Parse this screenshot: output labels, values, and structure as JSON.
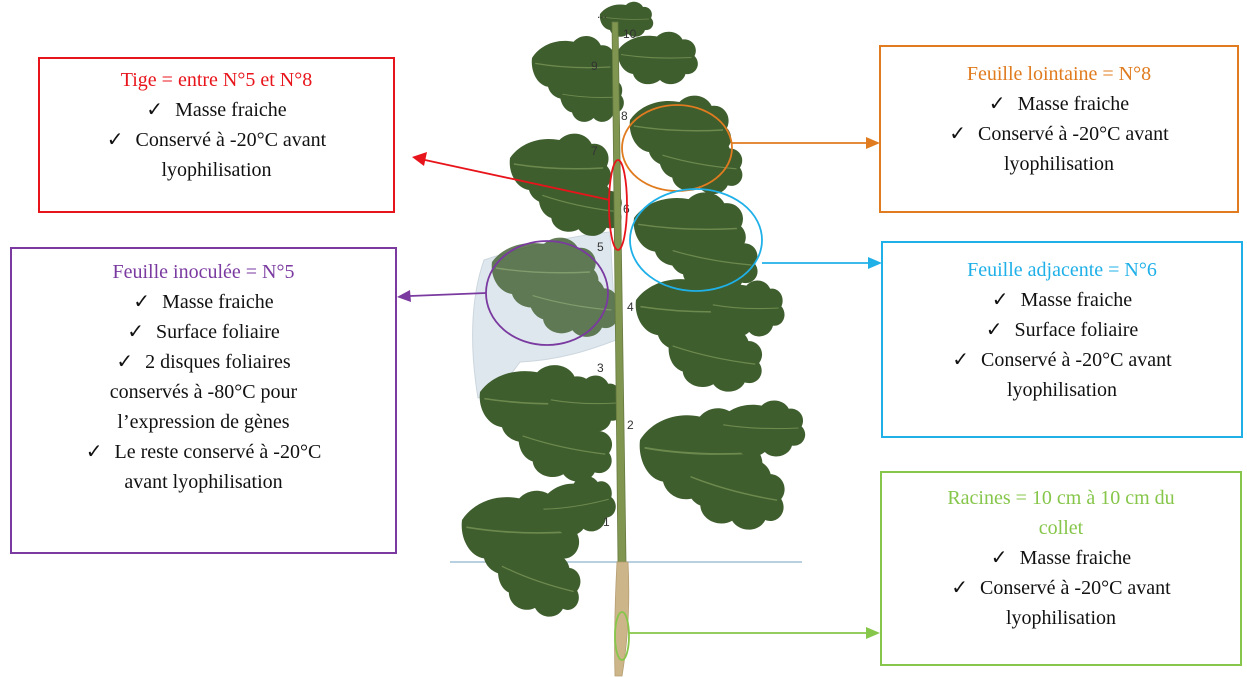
{
  "stem_box": {
    "title": "Tige = entre N°5 et N°8",
    "items": [
      "Masse fraiche",
      "Conservé à -20°C avant",
      "lyophilisation"
    ]
  },
  "far_leaf_box": {
    "title": "Feuille lointaine = N°8",
    "items": [
      "Masse fraiche",
      "Conservé à -20°C avant",
      "lyophilisation"
    ]
  },
  "adjacent_leaf_box": {
    "title": "Feuille adjacente = N°6",
    "items": [
      "Masse fraiche",
      "Surface foliaire",
      "Conservé à -20°C avant",
      "lyophilisation"
    ]
  },
  "inoculated_leaf_box": {
    "title": "Feuille inoculée = N°5",
    "items": [
      "Masse fraiche",
      "Surface foliaire",
      "2 disques foliaires",
      "conservés à -80°C pour",
      "l’expression de gènes",
      "Le reste conservé à -20°C",
      "avant lyophilisation"
    ]
  },
  "roots_box": {
    "title_line1": "Racines = 10 cm à 10 cm du",
    "title_line2": "collet",
    "items": [
      "Masse fraiche",
      "Conservé à -20°C avant",
      "lyophilisation"
    ]
  },
  "check_glyph": "✓",
  "leaf_numbers": [
    "1",
    "2",
    "3",
    "4",
    "5",
    "6",
    "7",
    "8",
    "9",
    "10",
    "..."
  ],
  "colors": {
    "stem": "#e8141b",
    "far_leaf": "#e07b1f",
    "adjacent_leaf": "#1fb0e8",
    "inoculated_leaf": "#7a3aa0",
    "roots": "#86c64a",
    "leaf_green": "#3f5e2e",
    "stem_green": "#7f9550"
  }
}
